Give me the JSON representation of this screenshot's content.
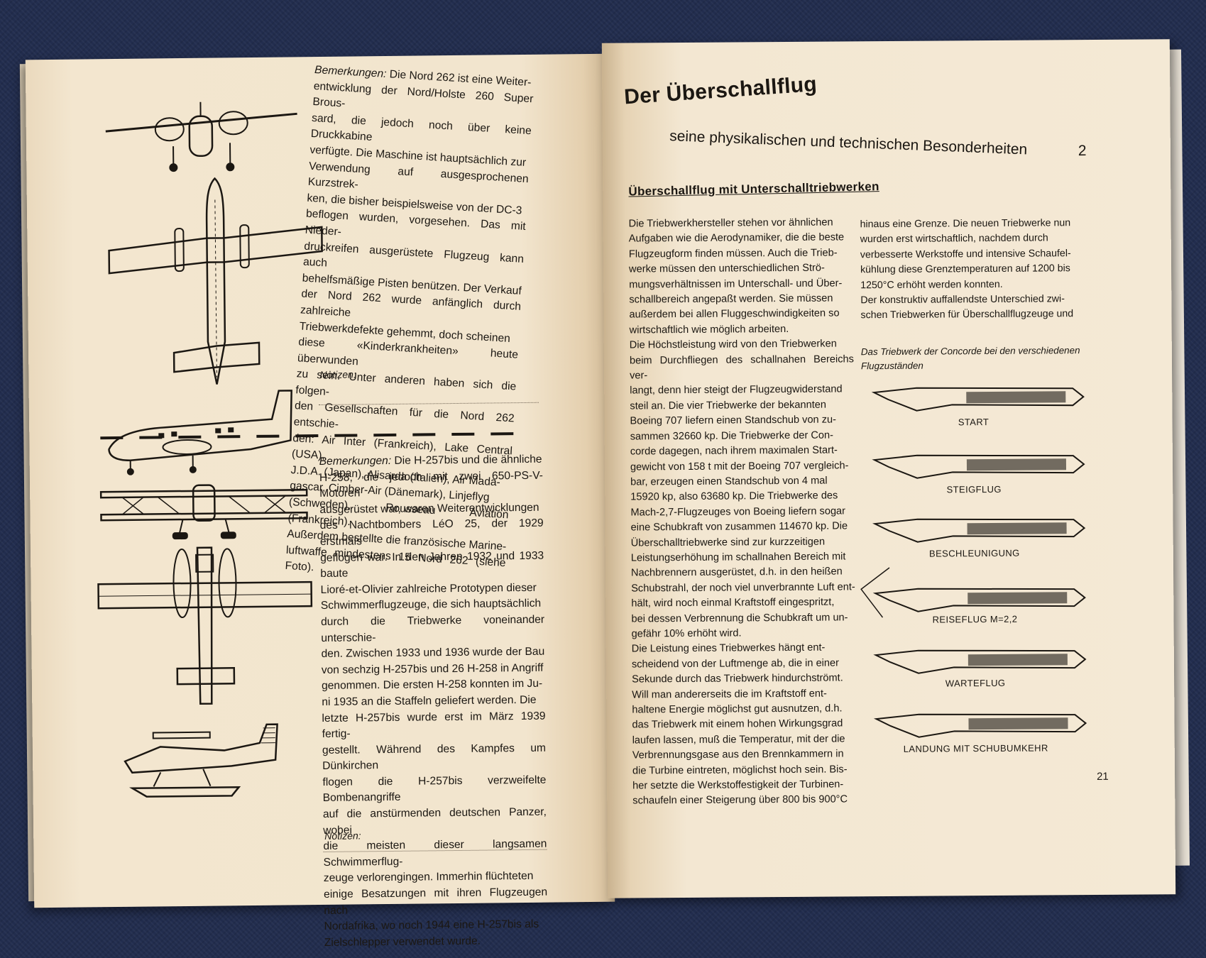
{
  "left_page": {
    "section1": {
      "remarks_label": "Bemerkungen:",
      "lines": [
        "Die Nord 262 ist eine Weiter-",
        "entwicklung der Nord/Holste 260 Super Brous-",
        "sard, die jedoch noch über keine Druckkabine",
        "verfügte. Die Maschine ist hauptsächlich zur",
        "Verwendung auf ausgesprochenen Kurzstrek-",
        "ken, die bisher beispielsweise von der DC-3",
        "beflogen wurden, vorgesehen. Das mit Nieder-",
        "druckreifen ausgerüstete Flugzeug kann auch",
        "behelfsmäßige Pisten benützen. Der Verkauf",
        "der Nord 262 wurde anfänglich durch zahlreiche",
        "Triebwerkdefekte gehemmt, doch scheinen",
        "diese «Kinderkrankheiten» heute überwunden",
        "zu sein. Unter anderen haben sich die folgen-",
        "den Gesellschaften für die Nord 262 entschie-",
        "den: Air Inter (Frankreich), Lake Central (USA),",
        "J.D.A. (Japan), Alisarda (Italien), Air Mada-",
        "gascar, Cimber-Air (Dänemark), Linjeflyg",
        "(Schweden), Rousseau Aviation (Frankreich).",
        "Außerdem bestellte die französische Marine-",
        "luftwaffe mindestens 15 Nord 262 (siehe Foto)."
      ],
      "notes_label": "Notizen:"
    },
    "section2": {
      "remarks_label": "Bemerkungen:",
      "lines": [
        "Die H-257bis und die ähnliche",
        "H-258, die jedoch mit zwei 650-PS-V-Motoren",
        "ausgerüstet war, waren Weiterentwicklungen",
        "des Nachtbombers LéO 25, der 1929 erstmals",
        "geflogen war. In den Jahren 1932 und 1933 baute",
        "Lioré-et-Olivier zahlreiche Prototypen dieser",
        "Schwimmerflugzeuge, die sich hauptsächlich",
        "durch die Triebwerke voneinander unterschie-",
        "den. Zwischen 1933 und 1936 wurde der Bau",
        "von sechzig H-257bis und 26 H-258 in Angriff",
        "genommen. Die ersten H-258 konnten im Ju-",
        "ni 1935 an die Staffeln geliefert werden. Die",
        "letzte H-257bis wurde erst im März 1939 fertig-",
        "gestellt. Während des Kampfes um Dünkirchen",
        "flogen die H-257bis verzweifelte Bombenangriffe",
        "auf die anstürmenden deutschen Panzer, wobei",
        "die meisten dieser langsamen Schwimmerflug-",
        "zeuge verlorengingen. Immerhin flüchteten",
        "einige Besatzungen mit ihren Flugzeugen nach",
        "Nordafrika, wo noch 1944 eine H-257bis als",
        "Zielschlepper verwendet wurde."
      ],
      "notes_label": "Notizen:"
    }
  },
  "right_page": {
    "title": "Der Überschallflug",
    "subtitle": "seine physikalischen und technischen Besonderheiten",
    "chapter_number": "2",
    "section_heading": "Überschallflug mit Unterschalltriebwerken",
    "col1_lines": [
      "Die Triebwerkhersteller stehen vor ähnlichen",
      "Aufgaben wie die Aerodynamiker, die die beste",
      "Flugzeugform finden müssen. Auch die Trieb-",
      "werke müssen den unterschiedlichen Strö-",
      "mungsverhältnissen im Unterschall- und Über-",
      "schallbereich angepaßt werden. Sie müssen",
      "außerdem bei allen Fluggeschwindigkeiten so",
      "wirtschaftlich wie möglich arbeiten.",
      "Die Höchstleistung wird von den Triebwerken",
      "beim Durchfliegen des schallnahen Bereichs ver-",
      "langt, denn hier steigt der Flugzeugwiderstand",
      "steil an. Die vier Triebwerke der bekannten",
      "Boeing 707 liefern einen Standschub von zu-",
      "sammen 32660 kp. Die Triebwerke der Con-",
      "corde dagegen, nach ihrem maximalen Start-",
      "gewicht von 158 t mit der Boeing 707 vergleich-",
      "bar, erzeugen einen Standschub von 4 mal",
      "15920 kp, also 63680 kp. Die Triebwerke des",
      "Mach-2,7-Flugzeuges von Boeing liefern sogar",
      "eine Schubkraft von zusammen 114670 kp. Die",
      "Überschalltriebwerke sind zur kurzzeitigen",
      "Leistungserhöhung im schallnahen Bereich mit",
      "Nachbrennern ausgerüstet, d.h. in den heißen",
      "Schubstrahl, der noch viel unverbrannte Luft ent-",
      "hält, wird noch einmal Kraftstoff eingespritzt,",
      "bei dessen Verbrennung die Schubkraft um un-",
      "gefähr 10% erhöht wird.",
      "Die Leistung eines Triebwerkes hängt ent-",
      "scheidend von der Luftmenge ab, die in einer",
      "Sekunde durch das Triebwerk hindurchströmt.",
      "Will man andererseits die im Kraftstoff ent-",
      "haltene Energie möglichst gut ausnutzen, d.h.",
      "das Triebwerk mit einem hohen Wirkungsgrad",
      "laufen lassen, muß die Temperatur, mit der die",
      "Verbrennungsgase aus den Brennkammern in",
      "die Turbine eintreten, möglichst hoch sein. Bis-",
      "her setzte die Werkstoffestigkeit der Turbinen-",
      "schaufeln einer Steigerung über 800 bis 900°C"
    ],
    "col2_lines": [
      "hinaus eine Grenze. Die neuen Triebwerke nun",
      "wurden erst wirtschaftlich, nachdem durch",
      "verbesserte Werkstoffe und intensive Schaufel-",
      "kühlung diese Grenztemperaturen auf 1200 bis",
      "1250°C erhöht werden konnten.",
      "Der konstruktiv auffallendste Unterschied zwi-",
      "schen Triebwerken für Überschallflugzeuge und"
    ],
    "figure_caption_1": "Das Triebwerk der Concorde bei den verschiedenen",
    "figure_caption_2": "Flugzuständen",
    "engine_states": [
      "START",
      "STEIGFLUG",
      "BESCHLEUNIGUNG",
      "REISEFLUG M=2,2",
      "WARTEFLUG",
      "LANDUNG MIT SCHUBUMKEHR"
    ],
    "page_number": "21"
  }
}
